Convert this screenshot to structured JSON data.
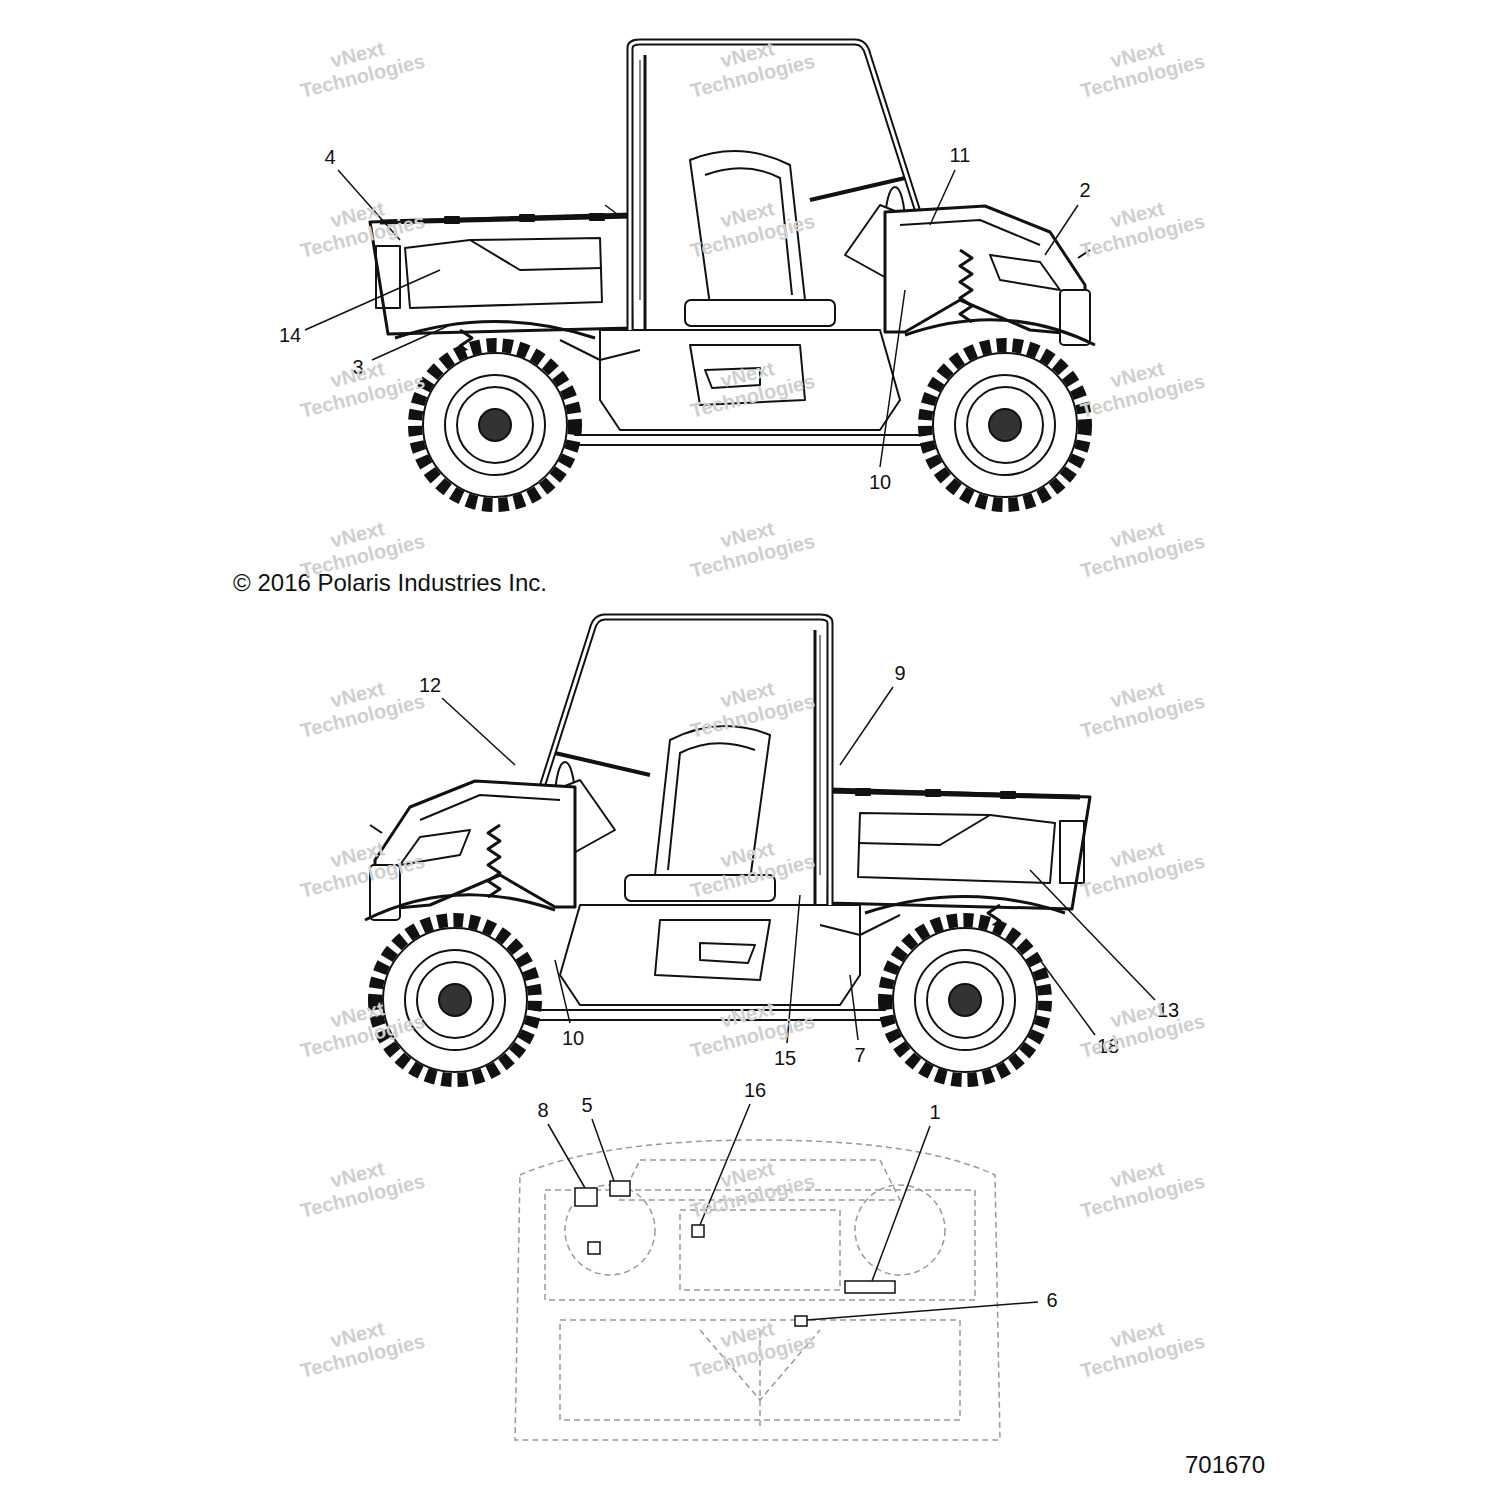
{
  "diagram": {
    "labels": [
      "4",
      "14",
      "3",
      "11",
      "2",
      "10",
      "© 2016 Polaris Industries Inc.",
      "12",
      "9",
      "10",
      "15",
      "7",
      "18",
      "13",
      "8",
      "5",
      "16",
      "1",
      "6",
      "701670",
      "vNext Technologies",
      "vNext Technologies",
      "vNext Technologies",
      "vNext Technologies",
      "vNext Technologies",
      "vNext Technologies",
      "vNext Technologies",
      "vNext Technologies",
      "vNext Technologies",
      "vNext Technologies",
      "vNext Technologies",
      "vNext Technologies",
      "vNext Technologies",
      "vNext Technologies",
      "vNext Technologies",
      "vNext Technologies",
      "vNext Technologies",
      "vNext Technologies",
      "vNext Technologies",
      "vNext Technologies",
      "vNext Technologies",
      "vNext Technologies",
      "vNext Technologies",
      "vNext Technologies",
      "vNext Technologies",
      "vNext Technologies",
      "vNext Technologies"
    ]
  }
}
